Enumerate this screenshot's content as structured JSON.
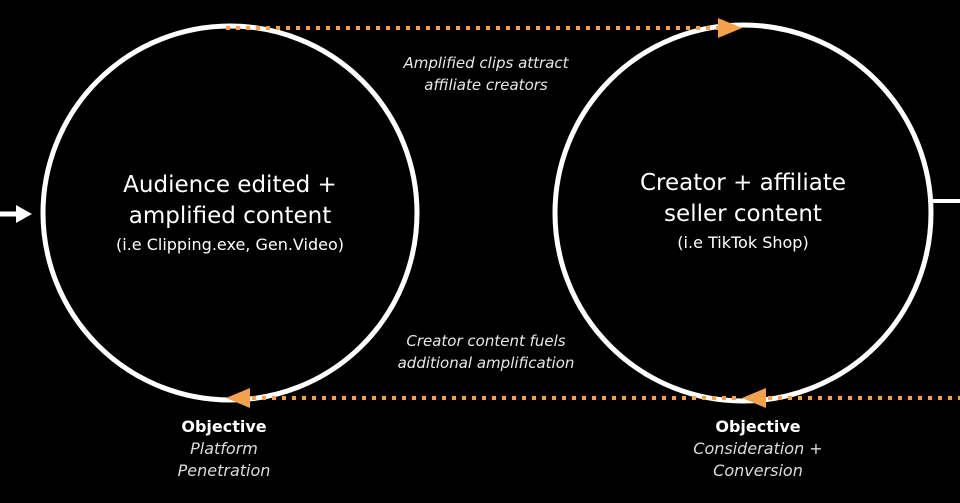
{
  "nodes": [
    {
      "title_line1": "Audience edited +",
      "title_line2": "amplified content",
      "example": "(i.e Clipping.exe, Gen.Video)"
    },
    {
      "title_line1": "Creator + affiliate",
      "title_line2": "seller content",
      "example": "(i.e TikTok Shop)"
    }
  ],
  "edges": {
    "top": {
      "line1": "Amplified clips attract",
      "line2": "affiliate creators"
    },
    "bottom": {
      "line1": "Creator content fuels",
      "line2": "additional amplification"
    }
  },
  "objectives": [
    {
      "heading": "Objective",
      "line1": "Platform",
      "line2": "Penetration"
    },
    {
      "heading": "Objective",
      "line1": "Consideration +",
      "line2": "Conversion"
    }
  ],
  "colors": {
    "background": "#000000",
    "circle_stroke": "#ffffff",
    "accent": "#f5a04a"
  }
}
